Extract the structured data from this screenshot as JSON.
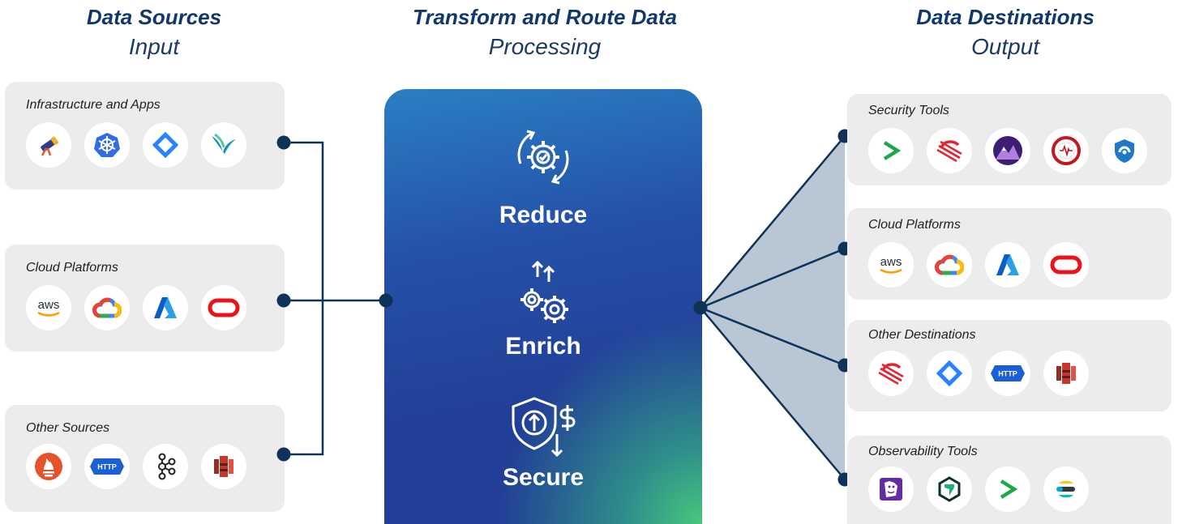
{
  "headers": {
    "sources": {
      "title": "Data Sources",
      "subtitle": "Input"
    },
    "processing": {
      "title": "Transform and Route Data",
      "subtitle": "Processing"
    },
    "destinations": {
      "title": "Data Destinations",
      "subtitle": "Output"
    }
  },
  "sources": [
    {
      "title": "Infrastructure and Apps",
      "icons": [
        "telescope-icon",
        "kubernetes-icon",
        "jira-diamond-icon",
        "hummingbird-icon"
      ]
    },
    {
      "title": "Cloud Platforms",
      "icons": [
        "aws-icon",
        "google-cloud-icon",
        "azure-icon",
        "oracle-icon"
      ]
    },
    {
      "title": "Other Sources",
      "icons": [
        "prometheus-icon",
        "http-icon",
        "kafka-icon",
        "s3-bucket-icon"
      ]
    }
  ],
  "processing": {
    "steps": [
      {
        "label": "Reduce",
        "icon": "gear-cycle-icon"
      },
      {
        "label": "Enrich",
        "icon": "gears-arrows-icon"
      },
      {
        "label": "Secure",
        "icon": "shield-dollar-icon"
      }
    ]
  },
  "destinations": [
    {
      "title": "Security Tools",
      "icons": [
        "chevron-green-icon",
        "red-c-icon",
        "purple-mountain-icon",
        "red-pulse-icon",
        "blue-shield-icon"
      ]
    },
    {
      "title": "Cloud Platforms",
      "icons": [
        "aws-icon",
        "google-cloud-icon",
        "azure-icon",
        "oracle-icon"
      ]
    },
    {
      "title": "Other Destinations",
      "icons": [
        "red-c-icon",
        "jira-diamond-icon",
        "http-icon",
        "s3-bucket-icon"
      ]
    },
    {
      "title": "Observability Tools",
      "icons": [
        "datadog-icon",
        "green-hex-icon",
        "chevron-green-icon",
        "elastic-icon"
      ]
    }
  ],
  "aws_text": "aws",
  "http_text": "HTTP",
  "colors": {
    "navy": "#0f3258",
    "connector_fill": "#b9c6d4",
    "panel": "#ececec",
    "heading": "#12386b"
  }
}
